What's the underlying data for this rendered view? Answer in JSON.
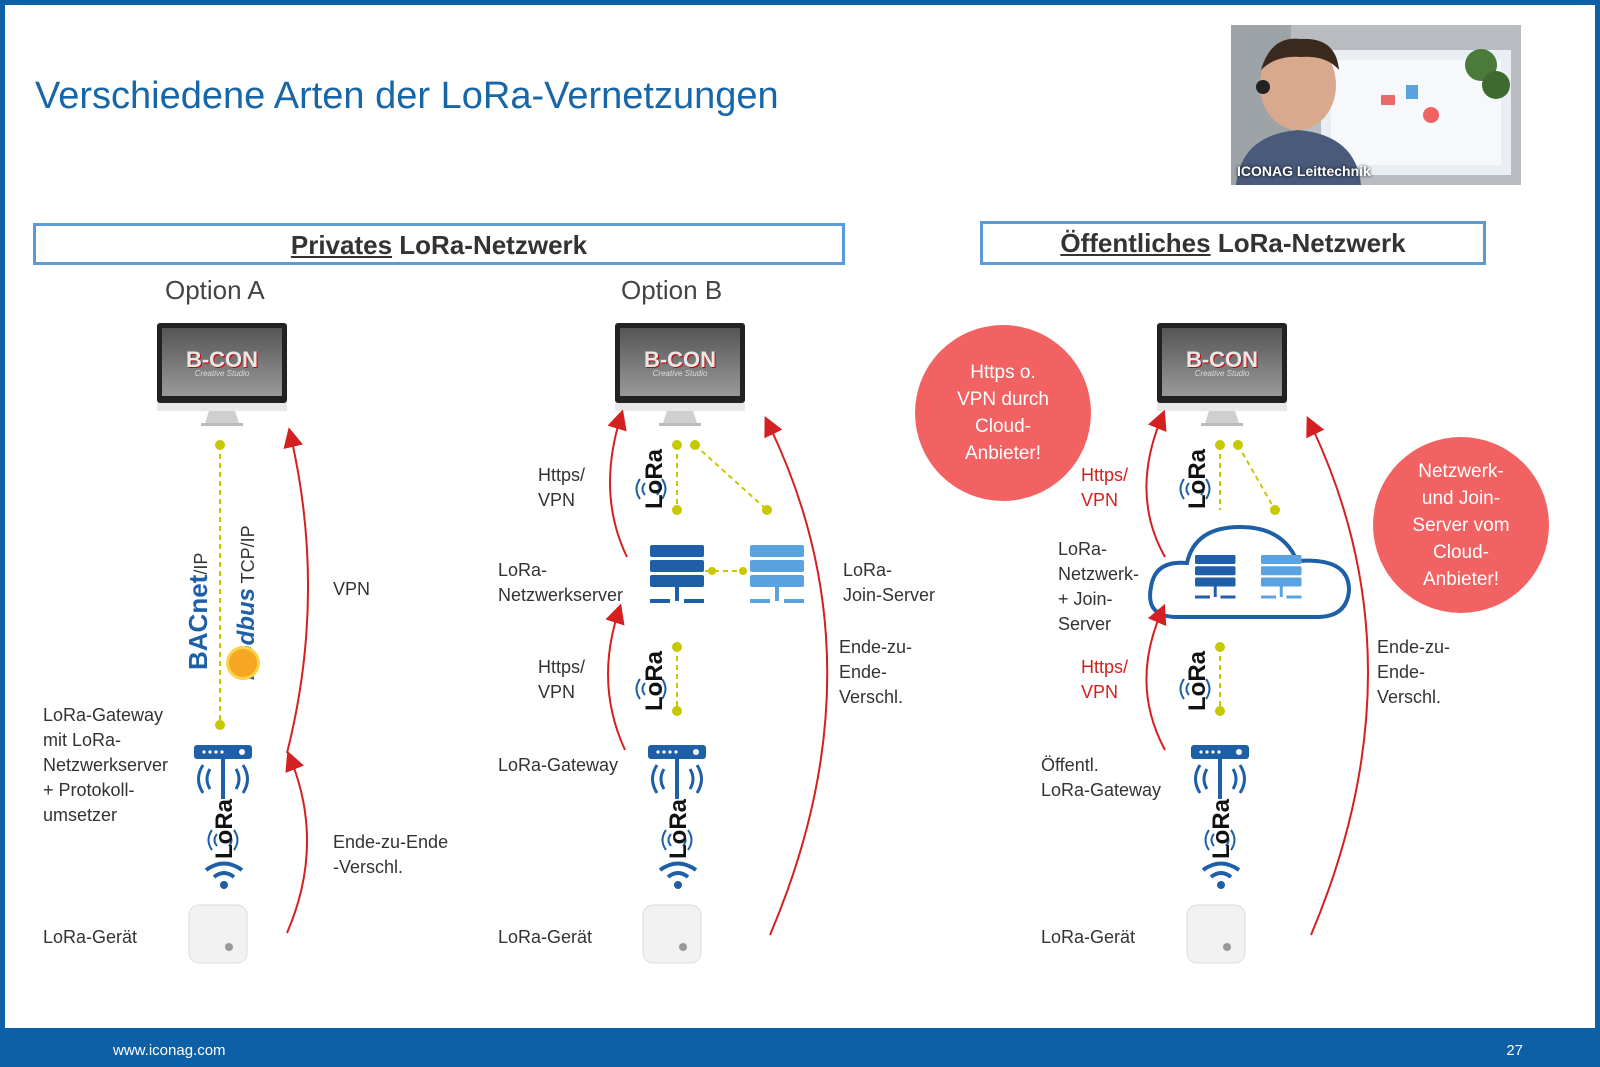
{
  "slide": {
    "title": "Verschiedene Arten der LoRa-Vernetzungen",
    "private_header": {
      "underlined": "Privates",
      "rest": " LoRa-Netzwerk"
    },
    "public_header": {
      "underlined": "Öffentliches",
      "rest": " LoRa-Netzwerk"
    },
    "option_a": "Option A",
    "option_b": "Option B",
    "monitor_brand": "B-CON",
    "monitor_sub": "Creative Studio",
    "lora_text": "LoRa",
    "protocols": {
      "bacnet": "BACnet",
      "bacnet_suffix": "/IP",
      "modbus": "Modbus",
      "modbus_suffix": " TCP/IP"
    },
    "labels": {
      "a_vpn": "VPN",
      "a_gateway": "LoRa-Gateway\nmit LoRa-\nNetzwerkserver\n+ Protokoll-\numsetzer",
      "a_e2e": "Ende-zu-Ende\n-Verschl.",
      "a_device": "LoRa-Gerät",
      "b_https_top": "Https/\nVPN",
      "b_netserver": "LoRa-\nNetzwerkserver",
      "b_joinserver": "LoRa-\nJoin-Server",
      "b_https_mid": "Https/\nVPN",
      "b_e2e": "Ende-zu-\nEnde-\nVerschl.",
      "b_gateway": "LoRa-Gateway",
      "b_device": "LoRa-Gerät",
      "c_https_top": "Https/\nVPN",
      "c_server": "LoRa-\nNetzwerk-\n+ Join-\nServer",
      "c_https_mid": "Https/\nVPN",
      "c_gateway": "Öffentl.\nLoRa-Gateway",
      "c_e2e": "Ende-zu-\nEnde-\nVerschl.",
      "c_device": "LoRa-Gerät"
    },
    "bubbles": {
      "vpn_cloud": "Https o.\nVPN durch\nCloud-\nAnbieter!",
      "join_cloud": "Netzwerk-\nund Join-\nServer vom\nCloud-\nAnbieter!"
    },
    "footer": {
      "url": "www.iconag.com",
      "page": "27"
    }
  },
  "webcam": {
    "name": "ICONAG Leittechnik"
  },
  "colors": {
    "accent": "#1766a8",
    "frame": "#0d5fa6",
    "arrow": "#d42020",
    "bubble": "#f26262",
    "dotted": "#c8c800",
    "server": "#1f5fa8",
    "server_light": "#5ba3e0"
  }
}
